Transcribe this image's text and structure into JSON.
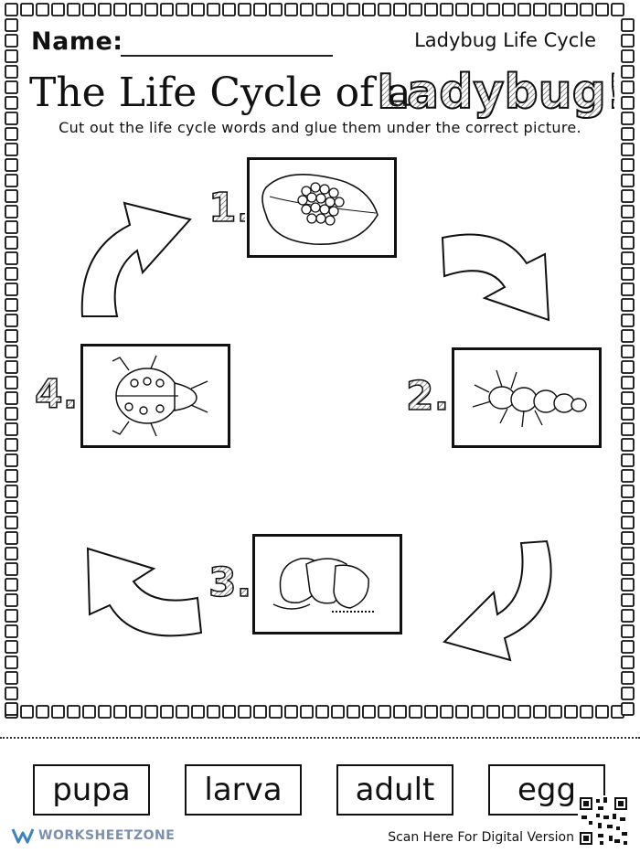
{
  "header": {
    "name_label": "Name:",
    "worksheet_title": "Ladybug Life Cycle"
  },
  "title": {
    "part1": "The Life Cycle of a",
    "part2": "Ladybug!"
  },
  "instructions": "Cut out the life cycle words and glue them under the correct picture.",
  "stages": [
    {
      "number": "1.",
      "picture": "ladybug-eggs-on-leaf"
    },
    {
      "number": "2.",
      "picture": "ladybug-larva"
    },
    {
      "number": "3.",
      "picture": "ladybug-pupa"
    },
    {
      "number": "4.",
      "picture": "adult-ladybug"
    }
  ],
  "word_cards": [
    "pupa",
    "larva",
    "adult",
    "egg"
  ],
  "footer": {
    "logo_text": "WORKSHEETZONE",
    "scan_text": "Scan Here For Digital Version"
  }
}
